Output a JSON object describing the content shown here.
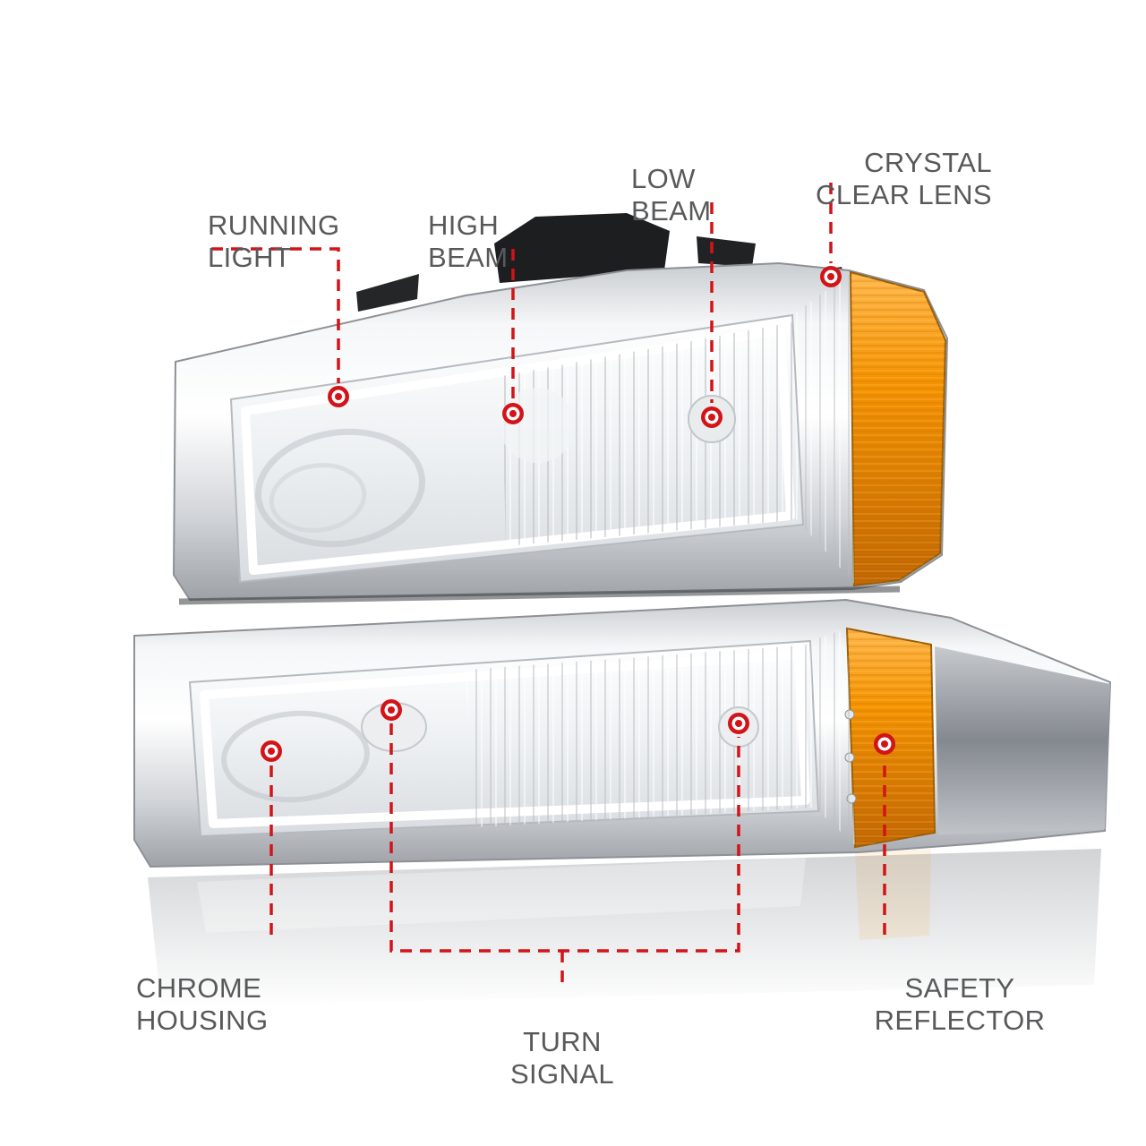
{
  "figure": {
    "subject": "Annotated headlight and bumper signal light assembly with chrome housing, crystal clear lenses and amber reflectors",
    "accent_color": "#d21418",
    "label_color": "#58595b",
    "amber_color": "#f59300",
    "chrome_color": "#d2d5d9",
    "background_color": "#ffffff"
  },
  "callouts": [
    {
      "id": "running-light",
      "text": "RUNNING\nLIGHT"
    },
    {
      "id": "high-beam",
      "text": "HIGH\nBEAM"
    },
    {
      "id": "low-beam",
      "text": "LOW\nBEAM"
    },
    {
      "id": "crystal-clear-lens",
      "text": "CRYSTAL\nCLEAR LENS"
    },
    {
      "id": "chrome-housing",
      "text": "CHROME\nHOUSING"
    },
    {
      "id": "turn-signal",
      "text": "TURN\nSIGNAL"
    },
    {
      "id": "safety-reflector",
      "text": "SAFETY\nREFLECTOR"
    }
  ]
}
